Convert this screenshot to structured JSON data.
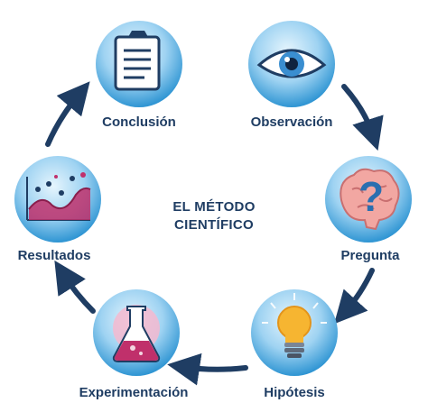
{
  "title": {
    "line1": "EL MÉTODO",
    "line2": "CIENTÍFICO"
  },
  "steps": [
    {
      "label": "Observación",
      "icon": "eye-icon"
    },
    {
      "label": "Pregunta",
      "icon": "brain-question-icon"
    },
    {
      "label": "Hipótesis",
      "icon": "lightbulb-icon"
    },
    {
      "label": "Experimentación",
      "icon": "flask-icon"
    },
    {
      "label": "Resultados",
      "icon": "chart-icon"
    },
    {
      "label": "Conclusión",
      "icon": "clipboard-icon"
    }
  ],
  "colors": {
    "text": "#1f3d63",
    "arrow": "#1f3d63",
    "circle_light": "#cfeafb",
    "circle_dark": "#3aa1dc"
  }
}
